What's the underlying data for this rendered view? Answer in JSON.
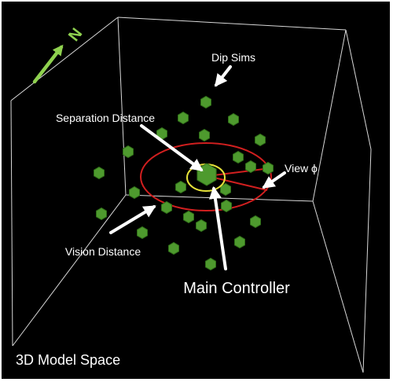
{
  "labels": {
    "north": "N",
    "dip_sims": "Dip Sims",
    "separation_distance": "Separation Distance",
    "view_phi": "View ϕ",
    "vision_distance": "Vision Distance",
    "main_controller": "Main Controller",
    "model_space": "3D Model Space"
  },
  "colors": {
    "background": "#000000",
    "box_edges": "#d8d8d8",
    "agent_fill": "#4e9a2e",
    "agent_stroke": "#2f6d18",
    "vision_ring": "#d11f1f",
    "separation_ring": "#e6e23a",
    "north_arrow": "#8fd14f",
    "annotation_arrows": "#ffffff"
  },
  "icons": {
    "agent": "green-hexagon-icon",
    "north": "north-arrow-icon"
  }
}
